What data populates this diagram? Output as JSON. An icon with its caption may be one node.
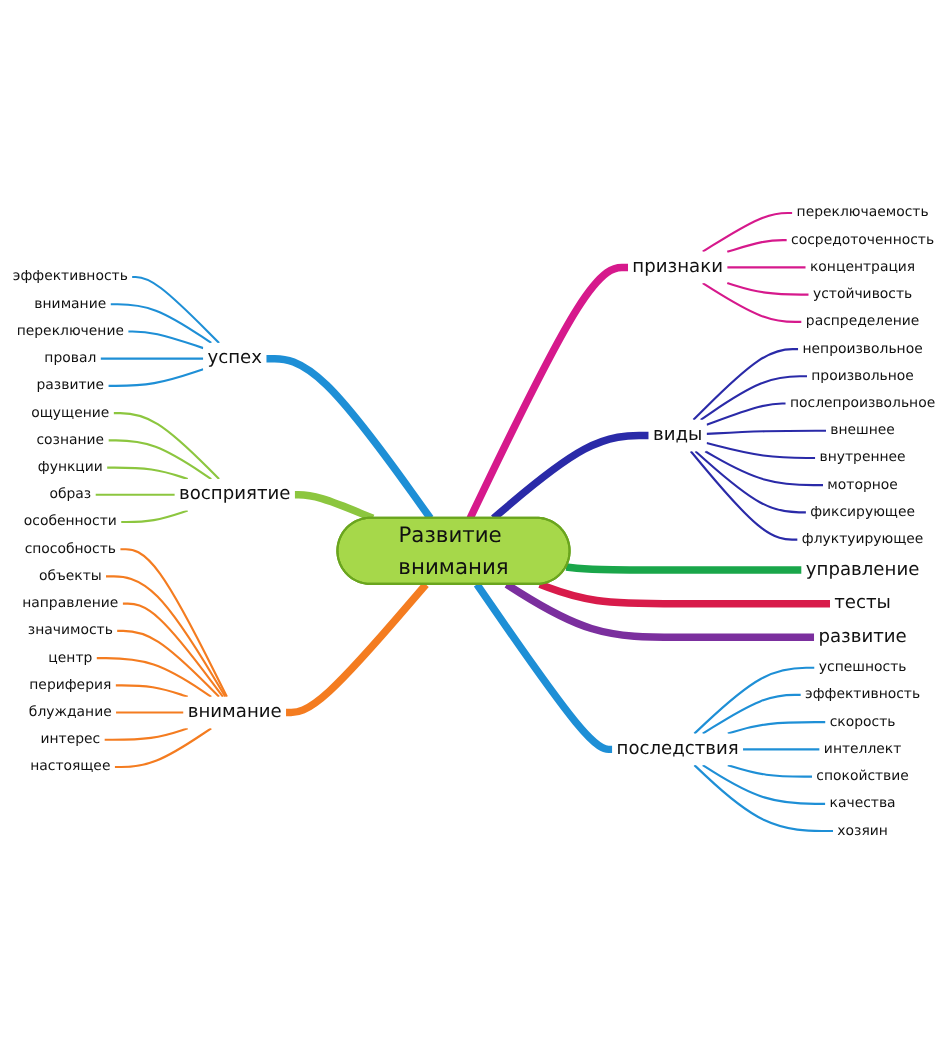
{
  "diagram": {
    "nodes": [
      {
        "text": [
          "Развитие внимания"
        ]
      },
      {
        "text": [
          "успех"
        ]
      },
      {
        "text": [
          "эффективность"
        ]
      },
      {
        "text": [
          "внимание"
        ]
      },
      {
        "text": [
          "переключение"
        ]
      },
      {
        "text": [
          "провал"
        ]
      },
      {
        "text": [
          "развитие"
        ]
      },
      {
        "text": [
          "признаки"
        ]
      },
      {
        "text": [
          "переключаемость"
        ]
      },
      {
        "text": [
          "сосредоточенность"
        ]
      },
      {
        "text": [
          "концентрация"
        ]
      },
      {
        "text": [
          "устойчивость"
        ]
      },
      {
        "text": [
          "распределение"
        ]
      },
      {
        "text": [
          "виды"
        ]
      },
      {
        "text": [
          "непроизвольное"
        ]
      },
      {
        "text": [
          "произвольное"
        ]
      },
      {
        "text": [
          "послепроизвольное"
        ]
      },
      {
        "text": [
          "внешнее"
        ]
      },
      {
        "text": [
          "внутреннее"
        ]
      },
      {
        "text": [
          "моторное"
        ]
      },
      {
        "text": [
          "фиксирующее"
        ]
      },
      {
        "text": [
          "флуктуирующее"
        ]
      },
      {
        "text": [
          "восприятие"
        ]
      },
      {
        "text": [
          "ощущение"
        ]
      },
      {
        "text": [
          "сознание"
        ]
      },
      {
        "text": [
          "функции"
        ]
      },
      {
        "text": [
          "образ"
        ]
      },
      {
        "text": [
          "особенности"
        ]
      },
      {
        "text": [
          "управление"
        ]
      },
      {
        "text": [
          "тесты"
        ]
      },
      {
        "text": [
          "развитие"
        ]
      },
      {
        "text": [
          "внимание"
        ]
      },
      {
        "text": [
          "способность"
        ]
      },
      {
        "text": [
          "объекты"
        ]
      },
      {
        "text": [
          "направление"
        ]
      },
      {
        "text": [
          "значимость"
        ]
      },
      {
        "text": [
          "центр"
        ]
      },
      {
        "text": [
          "периферия"
        ]
      },
      {
        "text": [
          "блуждание"
        ]
      },
      {
        "text": [
          "интерес"
        ]
      },
      {
        "text": [
          "настоящее"
        ]
      },
      {
        "text": [
          "последствия"
        ]
      },
      {
        "text": [
          "успешность"
        ]
      },
      {
        "text": [
          "эффективность"
        ]
      },
      {
        "text": [
          "скорость"
        ]
      },
      {
        "text": [
          "интеллект"
        ]
      },
      {
        "text": [
          "спокойствие"
        ]
      },
      {
        "text": [
          "качества"
        ]
      },
      {
        "text": [
          "хозяин"
        ]
      }
    ],
    "edges": [
      {
        "from": 1,
        "to": 0,
        "arrow": "none",
        "style": "thick",
        "color": "#1e8fd6"
      },
      {
        "from": 2,
        "to": 1,
        "arrow": "none",
        "color": "#1e8fd6"
      },
      {
        "from": 3,
        "to": 1,
        "arrow": "none",
        "color": "#1e8fd6"
      },
      {
        "from": 4,
        "to": 1,
        "arrow": "none",
        "color": "#1e8fd6"
      },
      {
        "from": 5,
        "to": 1,
        "arrow": "none",
        "color": "#1e8fd6"
      },
      {
        "from": 6,
        "to": 1,
        "arrow": "none",
        "color": "#1e8fd6"
      },
      {
        "from": 0,
        "to": 7,
        "arrow": "none",
        "style": "thick",
        "color": "#d6198c"
      },
      {
        "from": 7,
        "to": 8,
        "arrow": "none",
        "color": "#d6198c"
      },
      {
        "from": 7,
        "to": 9,
        "arrow": "none",
        "color": "#d6198c"
      },
      {
        "from": 7,
        "to": 10,
        "arrow": "none",
        "color": "#d6198c"
      },
      {
        "from": 7,
        "to": 11,
        "arrow": "none",
        "color": "#d6198c"
      },
      {
        "from": 7,
        "to": 12,
        "arrow": "none",
        "color": "#d6198c"
      },
      {
        "from": 0,
        "to": 13,
        "arrow": "none",
        "style": "thick",
        "color": "#2a2aa8"
      },
      {
        "from": 13,
        "to": 14,
        "arrow": "none",
        "color": "#2a2aa8"
      },
      {
        "from": 13,
        "to": 15,
        "arrow": "none",
        "color": "#2a2aa8"
      },
      {
        "from": 13,
        "to": 16,
        "arrow": "none",
        "color": "#2a2aa8"
      },
      {
        "from": 13,
        "to": 17,
        "arrow": "none",
        "color": "#2a2aa8"
      },
      {
        "from": 13,
        "to": 18,
        "arrow": "none",
        "color": "#2a2aa8"
      },
      {
        "from": 13,
        "to": 19,
        "arrow": "none",
        "color": "#2a2aa8"
      },
      {
        "from": 13,
        "to": 20,
        "arrow": "none",
        "color": "#2a2aa8"
      },
      {
        "from": 13,
        "to": 21,
        "arrow": "none",
        "color": "#2a2aa8"
      },
      {
        "from": 22,
        "to": 0,
        "arrow": "none",
        "style": "thick",
        "color": "#8cc63f"
      },
      {
        "from": 23,
        "to": 22,
        "arrow": "none",
        "color": "#8cc63f"
      },
      {
        "from": 24,
        "to": 22,
        "arrow": "none",
        "color": "#8cc63f"
      },
      {
        "from": 25,
        "to": 22,
        "arrow": "none",
        "color": "#8cc63f"
      },
      {
        "from": 26,
        "to": 22,
        "arrow": "none",
        "color": "#8cc63f"
      },
      {
        "from": 27,
        "to": 22,
        "arrow": "none",
        "color": "#8cc63f"
      },
      {
        "from": 0,
        "to": 28,
        "arrow": "none",
        "style": "thick",
        "color": "#1aa64a"
      },
      {
        "from": 0,
        "to": 29,
        "arrow": "none",
        "style": "thick",
        "color": "#d81b4a"
      },
      {
        "from": 0,
        "to": 30,
        "arrow": "none",
        "style": "thick",
        "color": "#7b2f9e"
      },
      {
        "from": 31,
        "to": 0,
        "arrow": "none",
        "style": "thick",
        "color": "#f47c20"
      },
      {
        "from": 32,
        "to": 31,
        "arrow": "none",
        "color": "#f47c20"
      },
      {
        "from": 33,
        "to": 31,
        "arrow": "none",
        "color": "#f47c20"
      },
      {
        "from": 34,
        "to": 31,
        "arrow": "none",
        "color": "#f47c20"
      },
      {
        "from": 35,
        "to": 31,
        "arrow": "none",
        "color": "#f47c20"
      },
      {
        "from": 36,
        "to": 31,
        "arrow": "none",
        "color": "#f47c20"
      },
      {
        "from": 37,
        "to": 31,
        "arrow": "none",
        "color": "#f47c20"
      },
      {
        "from": 38,
        "to": 31,
        "arrow": "none",
        "color": "#f47c20"
      },
      {
        "from": 39,
        "to": 31,
        "arrow": "none",
        "color": "#f47c20"
      },
      {
        "from": 40,
        "to": 31,
        "arrow": "none",
        "color": "#f47c20"
      },
      {
        "from": 0,
        "to": 41,
        "arrow": "none",
        "style": "thick",
        "color": "#1e8fd6"
      },
      {
        "from": 41,
        "to": 42,
        "arrow": "none",
        "color": "#1e8fd6"
      },
      {
        "from": 41,
        "to": 43,
        "arrow": "none",
        "color": "#1e8fd6"
      },
      {
        "from": 41,
        "to": 44,
        "arrow": "none",
        "color": "#1e8fd6"
      },
      {
        "from": 41,
        "to": 45,
        "arrow": "none",
        "color": "#1e8fd6"
      },
      {
        "from": 41,
        "to": 46,
        "arrow": "none",
        "color": "#1e8fd6"
      },
      {
        "from": 41,
        "to": 47,
        "arrow": "none",
        "color": "#1e8fd6"
      },
      {
        "from": 41,
        "to": 48,
        "arrow": "none",
        "color": "#1e8fd6"
      }
    ]
  }
}
